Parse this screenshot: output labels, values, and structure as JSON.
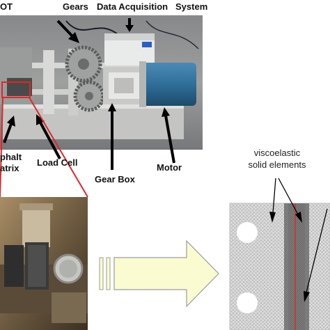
{
  "labels": {
    "dot": "OT",
    "gears": "Gears",
    "data_acquisition": "Data Acquisition",
    "system": "System",
    "asphalt": "phalt",
    "matrix": "atrix",
    "load_cell": "Load Cell",
    "gear_box": "Gear Box",
    "motor": "Motor",
    "viscoelastic": "viscoelastic",
    "solid_elements": "solid elements"
  },
  "colors": {
    "highlight_red": "#e0262a",
    "arrow_fill": "#fbfbd2",
    "arrow_stroke": "#9c9c9c",
    "motor_blue": "#2f6f99",
    "mesh_bg": "#dcdcdc"
  },
  "icons": [
    "gear-icon",
    "motor-icon",
    "load-cell-icon",
    "arrow-right-icon"
  ]
}
